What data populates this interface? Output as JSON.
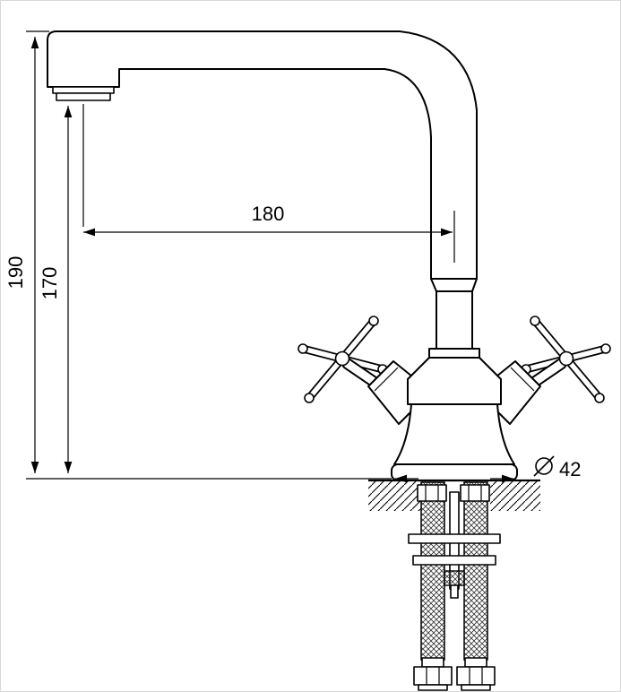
{
  "drawing": {
    "labels": {
      "total_height": "190",
      "spout_height": "170",
      "spout_reach": "180",
      "base_diameter": "42"
    },
    "colors": {
      "line": "#000000",
      "background": "#ffffff"
    }
  }
}
